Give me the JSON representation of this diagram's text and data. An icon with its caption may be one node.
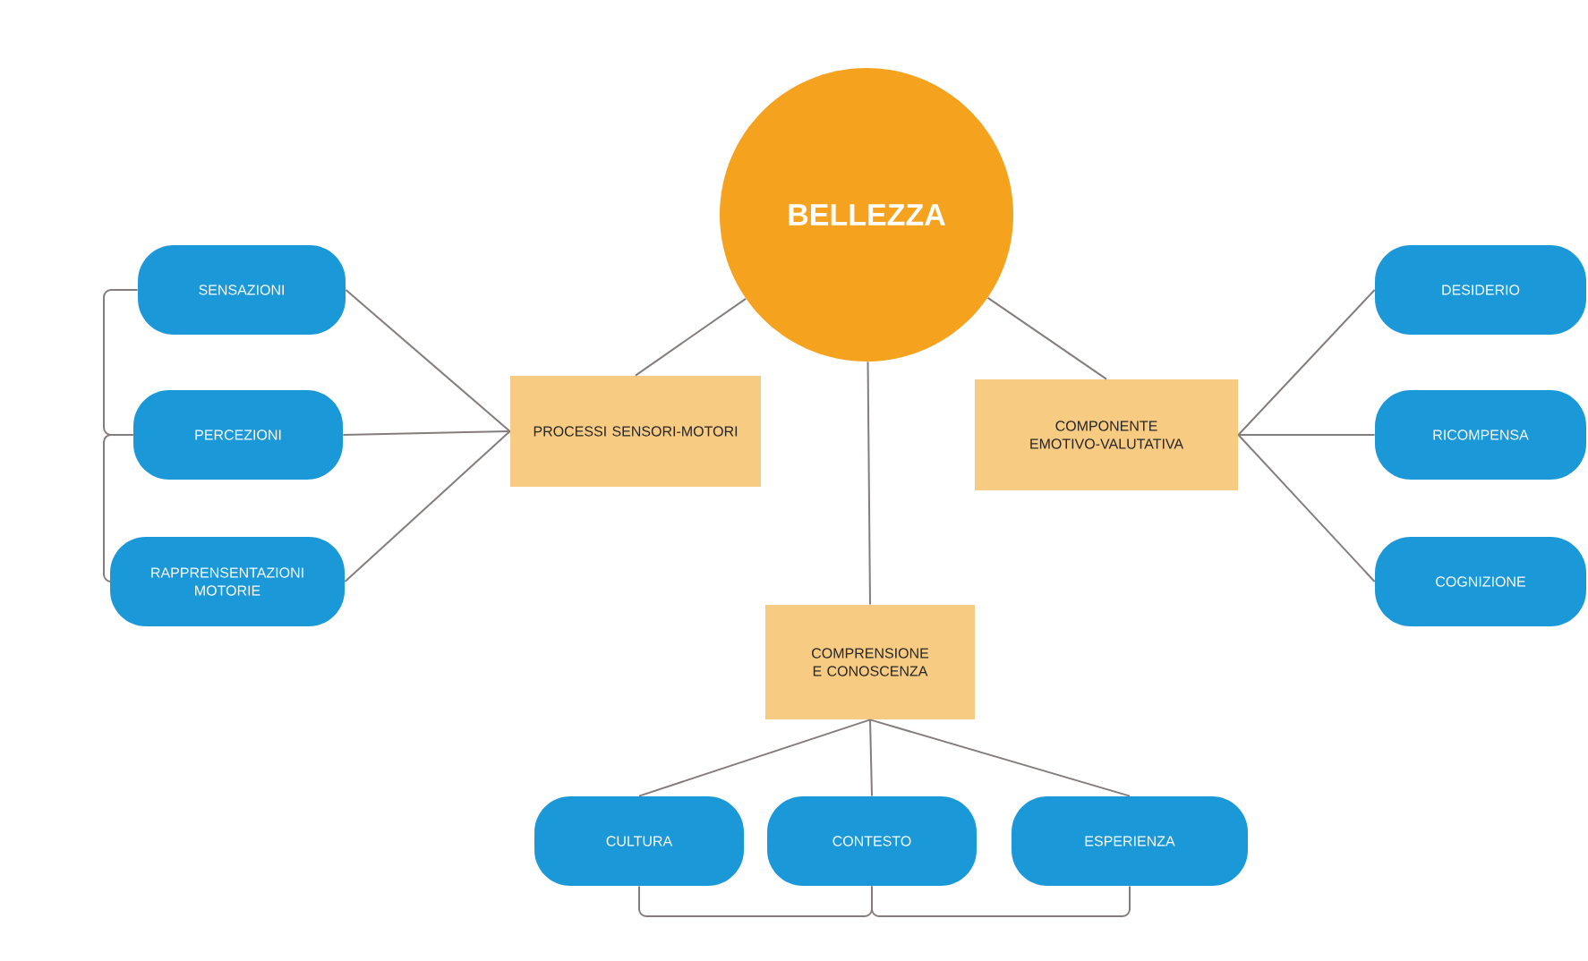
{
  "diagram": {
    "nodes": [
      {
        "text": [
          "BELLEZZA"
        ]
      },
      {
        "text": [
          "PROCESSI SENSORI-MOTORI"
        ]
      },
      {
        "text": [
          "COMPONENTE EMOTIVO-VALUTATIVA"
        ]
      },
      {
        "text": [
          "COMPRENSIONE E CONOSCENZA"
        ]
      },
      {
        "text": [
          "SENSAZIONI"
        ]
      },
      {
        "text": [
          "PERCEZIONI"
        ]
      },
      {
        "text": [
          "RAPPRENSENTAZIONI MOTORIE"
        ]
      },
      {
        "text": [
          "DESIDERIO"
        ]
      },
      {
        "text": [
          "RICOMPENSA"
        ]
      },
      {
        "text": [
          "COGNIZIONE"
        ]
      },
      {
        "text": [
          "CULTURA"
        ]
      },
      {
        "text": [
          "CONTESTO"
        ]
      },
      {
        "text": [
          "ESPERIENZA"
        ]
      }
    ],
    "edges": [
      {
        "from": 0,
        "to": 1,
        "arrow": "none"
      },
      {
        "from": 0,
        "to": 2,
        "arrow": "none"
      },
      {
        "from": 0,
        "to": 3,
        "arrow": "none"
      },
      {
        "from": 1,
        "to": 4,
        "arrow": "none"
      },
      {
        "from": 1,
        "to": 5,
        "arrow": "none"
      },
      {
        "from": 1,
        "to": 6,
        "arrow": "none"
      },
      {
        "from": 2,
        "to": 7,
        "arrow": "none"
      },
      {
        "from": 2,
        "to": 8,
        "arrow": "none"
      },
      {
        "from": 2,
        "to": 9,
        "arrow": "none"
      },
      {
        "from": 3,
        "to": 10,
        "arrow": "none"
      },
      {
        "from": 3,
        "to": 11,
        "arrow": "none"
      },
      {
        "from": 3,
        "to": 12,
        "arrow": "none"
      },
      {
        "from": 4,
        "to": 5,
        "arrow": "none"
      },
      {
        "from": 5,
        "to": 6,
        "arrow": "none"
      },
      {
        "from": 10,
        "to": 11,
        "arrow": "none"
      },
      {
        "from": 11,
        "to": 12,
        "arrow": "none"
      }
    ]
  }
}
